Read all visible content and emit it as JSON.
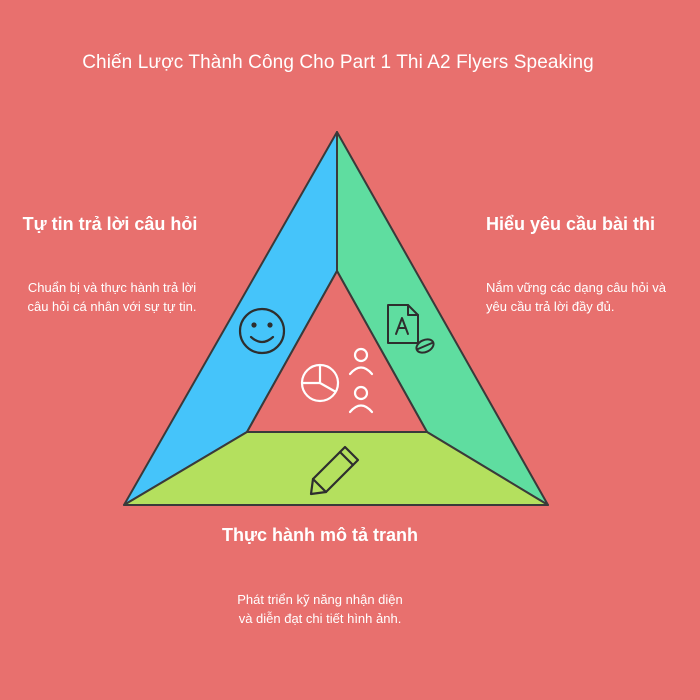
{
  "title": "Chiến Lược Thành Công Cho Part 1 Thi A2 Flyers Speaking",
  "colors": {
    "background": "#E8706E",
    "left_segment": "#45C4FA",
    "right_segment": "#5FDDA0",
    "bottom_segment": "#B4E05E",
    "outline": "#3A3A3A"
  },
  "segments": {
    "left": {
      "heading": "Tự tin trả lời câu hỏi",
      "description": "Chuẩn bị và thực hành trả lời câu hỏi cá nhân với sự tự tin.",
      "icon": "smiley-face-icon"
    },
    "right": {
      "heading": "Hiểu yêu cầu bài thi",
      "description": "Nắm vững các dạng câu hỏi và yêu cầu trả lời đầy đủ.",
      "icon": "document-icon"
    },
    "bottom": {
      "heading": "Thực hành mô tả tranh",
      "description": "Phát triển kỹ năng nhận diện và diễn đạt chi tiết hình ảnh.",
      "icon": "pencil-icon"
    },
    "center": {
      "icons": [
        "pie-chart-icon",
        "people-icon"
      ]
    }
  }
}
